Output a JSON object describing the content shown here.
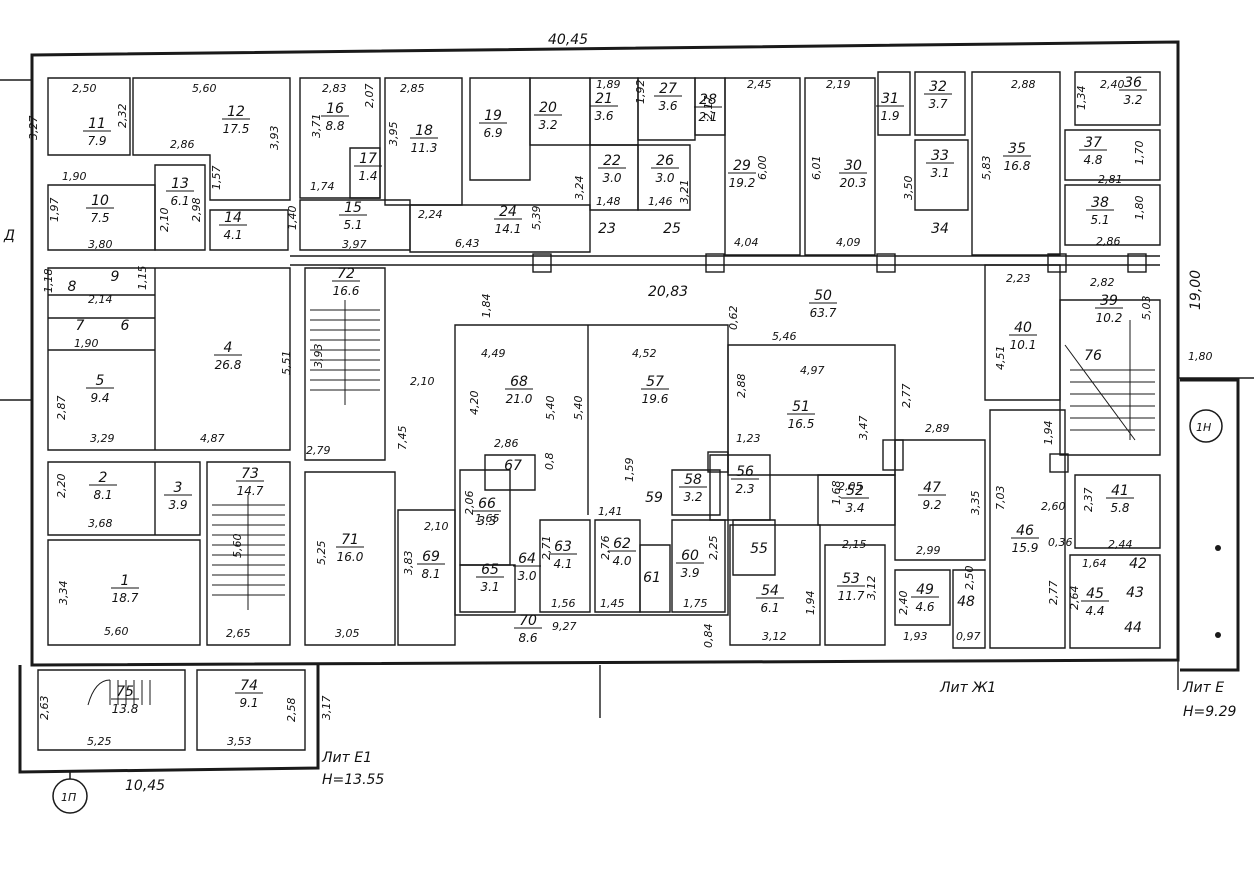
{
  "top_dim": "40,45",
  "side_dim_right": "19,00",
  "bottom_dim_left": "10,45",
  "corridor_dim": "20,83",
  "corridor_dim2": "6,43",
  "letter_d": "Д",
  "lit_zh1": "Лит Ж1",
  "lit_e1": "Лит Е1",
  "h_e1": "H=13.55",
  "lit_e": "Лит Е",
  "h_e": "H=9.29",
  "mark_1p": "1П",
  "mark_1n": "1Н",
  "mark_180": "1,80",
  "rooms": [
    {
      "n": "1",
      "a": "18.7"
    },
    {
      "n": "2",
      "a": "8.1"
    },
    {
      "n": "3",
      "a": "3.9"
    },
    {
      "n": "4",
      "a": "26.8"
    },
    {
      "n": "5",
      "a": "9.4"
    },
    {
      "n": "6",
      "a": ""
    },
    {
      "n": "7",
      "a": ""
    },
    {
      "n": "8",
      "a": ""
    },
    {
      "n": "9",
      "a": ""
    },
    {
      "n": "10",
      "a": "7.5"
    },
    {
      "n": "11",
      "a": "7.9"
    },
    {
      "n": "12",
      "a": "17.5"
    },
    {
      "n": "13",
      "a": "6.1"
    },
    {
      "n": "14",
      "a": "4.1"
    },
    {
      "n": "15",
      "a": "5.1"
    },
    {
      "n": "16",
      "a": "8.8"
    },
    {
      "n": "17",
      "a": "1.4"
    },
    {
      "n": "18",
      "a": "11.3"
    },
    {
      "n": "19",
      "a": "6.9"
    },
    {
      "n": "20",
      "a": "3.2"
    },
    {
      "n": "21",
      "a": "3.6"
    },
    {
      "n": "22",
      "a": "3.0"
    },
    {
      "n": "23",
      "a": ""
    },
    {
      "n": "24",
      "a": "14.1"
    },
    {
      "n": "25",
      "a": ""
    },
    {
      "n": "26",
      "a": "3.0"
    },
    {
      "n": "27",
      "a": "3.6"
    },
    {
      "n": "28",
      "a": "2.1"
    },
    {
      "n": "29",
      "a": "19.2"
    },
    {
      "n": "30",
      "a": "20.3"
    },
    {
      "n": "31",
      "a": "1.9"
    },
    {
      "n": "32",
      "a": "3.7"
    },
    {
      "n": "33",
      "a": "3.1"
    },
    {
      "n": "34",
      "a": ""
    },
    {
      "n": "35",
      "a": "16.8"
    },
    {
      "n": "36",
      "a": "3.2"
    },
    {
      "n": "37",
      "a": "4.8"
    },
    {
      "n": "38",
      "a": "5.1"
    },
    {
      "n": "39",
      "a": "10.2"
    },
    {
      "n": "40",
      "a": "10.1"
    },
    {
      "n": "41",
      "a": "5.8"
    },
    {
      "n": "42",
      "a": ""
    },
    {
      "n": "43",
      "a": ""
    },
    {
      "n": "44",
      "a": ""
    },
    {
      "n": "45",
      "a": "4.4"
    },
    {
      "n": "46",
      "a": "15.9"
    },
    {
      "n": "47",
      "a": "9.2"
    },
    {
      "n": "48",
      "a": ""
    },
    {
      "n": "49",
      "a": "4.6"
    },
    {
      "n": "50",
      "a": "63.7"
    },
    {
      "n": "51",
      "a": "16.5"
    },
    {
      "n": "52",
      "a": "3.4"
    },
    {
      "n": "53",
      "a": "11.7"
    },
    {
      "n": "54",
      "a": "6.1"
    },
    {
      "n": "55",
      "a": ""
    },
    {
      "n": "56",
      "a": "2.3"
    },
    {
      "n": "57",
      "a": "19.6"
    },
    {
      "n": "58",
      "a": "3.2"
    },
    {
      "n": "59",
      "a": ""
    },
    {
      "n": "60",
      "a": "3.9"
    },
    {
      "n": "61",
      "a": ""
    },
    {
      "n": "62",
      "a": "4.0"
    },
    {
      "n": "63",
      "a": "4.1"
    },
    {
      "n": "64",
      "a": "3.0"
    },
    {
      "n": "65",
      "a": "3.1"
    },
    {
      "n": "66",
      "a": "3.3"
    },
    {
      "n": "67",
      "a": ""
    },
    {
      "n": "68",
      "a": "21.0"
    },
    {
      "n": "69",
      "a": "8.1"
    },
    {
      "n": "70",
      "a": "8.6"
    },
    {
      "n": "71",
      "a": "16.0"
    },
    {
      "n": "72",
      "a": "16.6"
    },
    {
      "n": "73",
      "a": "14.7"
    },
    {
      "n": "74",
      "a": "9.1"
    },
    {
      "n": "75",
      "a": "13.8"
    },
    {
      "n": "76",
      "a": ""
    }
  ],
  "dims": [
    "2,50",
    "5,60",
    "2,83",
    "2,85",
    "2,07",
    "3,27",
    "2,32",
    "3,93",
    "3,71",
    "3,95",
    "1,90",
    "2,86",
    "1,57",
    "1,97",
    "3,80",
    "2,10",
    "2,98",
    "1,74",
    "1,40",
    "3,97",
    "2,24",
    "5,39",
    "1,89",
    "1,92",
    "2,17",
    "2,45",
    "2,19",
    "2,88",
    "2,40",
    "1,34",
    "3,24",
    "3,21",
    "1,48",
    "1,46",
    "4,04",
    "6,00",
    "6,01",
    "4,09",
    "3,50",
    "5,83",
    "1,70",
    "2,81",
    "1,80",
    "2,86",
    "1,18",
    "2,14",
    "1,15",
    "1,90",
    "5,51",
    "3,93",
    "2,10",
    "2,87",
    "3,29",
    "4,87",
    "2,79",
    "7,45",
    "1,84",
    "4,49",
    "4,52",
    "0,62",
    "5,46",
    "4,97",
    "2,88",
    "3,47",
    "2,77",
    "4,51",
    "2,23",
    "2,82",
    "5,03",
    "2,20",
    "3,68",
    "5,60",
    "3,34",
    "5,60",
    "2,65",
    "5,25",
    "3,05",
    "3,83",
    "2,10",
    "4,20",
    "5,40",
    "5,40",
    "2,86",
    "0,8",
    "1,59",
    "1,23",
    "2,89",
    "1,94",
    "7,03",
    "3,35",
    "2,99",
    "2,60",
    "2,37",
    "2,44",
    "0,36",
    "1,64",
    "2,77",
    "2,64",
    "2,05",
    "1,68",
    "2,15",
    "2,40",
    "2,50",
    "1,93",
    "0,97",
    "3,12",
    "1,94",
    "3,12",
    "1,56",
    "1,45",
    "1,75",
    "2,25",
    "2,76",
    "2,71",
    "1,41",
    "1,65",
    "2,06",
    "9,27",
    "0,84",
    "2,63",
    "5,25",
    "3,53",
    "2,58",
    "3,17"
  ]
}
